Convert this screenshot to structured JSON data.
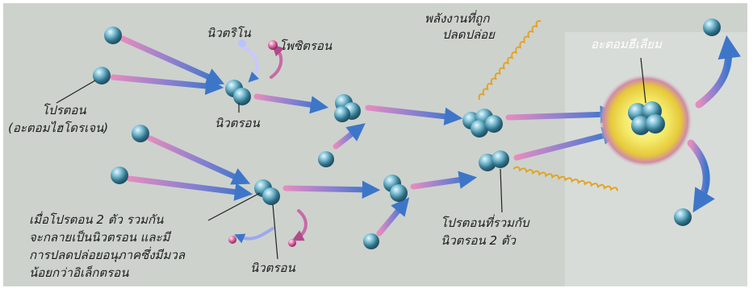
{
  "diagram": {
    "labels": {
      "proton_line1": "โปรตอน",
      "proton_line2": "(อะตอมไฮโดรเจน)",
      "neutrino": "นิวตริโน",
      "positron": "โพซิตรอน",
      "neutron_top": "นิวตรอน",
      "energy_line1": "พลังงานที่ถูก",
      "energy_line2": "ปลดปล่อย",
      "helium": "อะตอมฮีเลียม",
      "note_line1": "เมื่อโปรตอน  2  ตัว  รวมกัน",
      "note_line2": "จะกลายเป็นนิวตรอน  และมี",
      "note_line3": "การปลดปล่อยอนุภาคซึ่งมีมวล",
      "note_line4": "น้อยกว่าอิเล็กตรอน",
      "neutron_bottom": "นิวตรอน",
      "joined_line1": "โปรตอนที่รวมกับ",
      "joined_line2": "นิวตรอน 2 ตัว"
    },
    "colors": {
      "background": "#cfd3cf",
      "arrow_blue": "#4a78c8",
      "arrow_pink": "#d86aa8",
      "wave": "#e0a020",
      "helium_glow": "#f2e05a",
      "particle": "#3f7f9a"
    }
  }
}
